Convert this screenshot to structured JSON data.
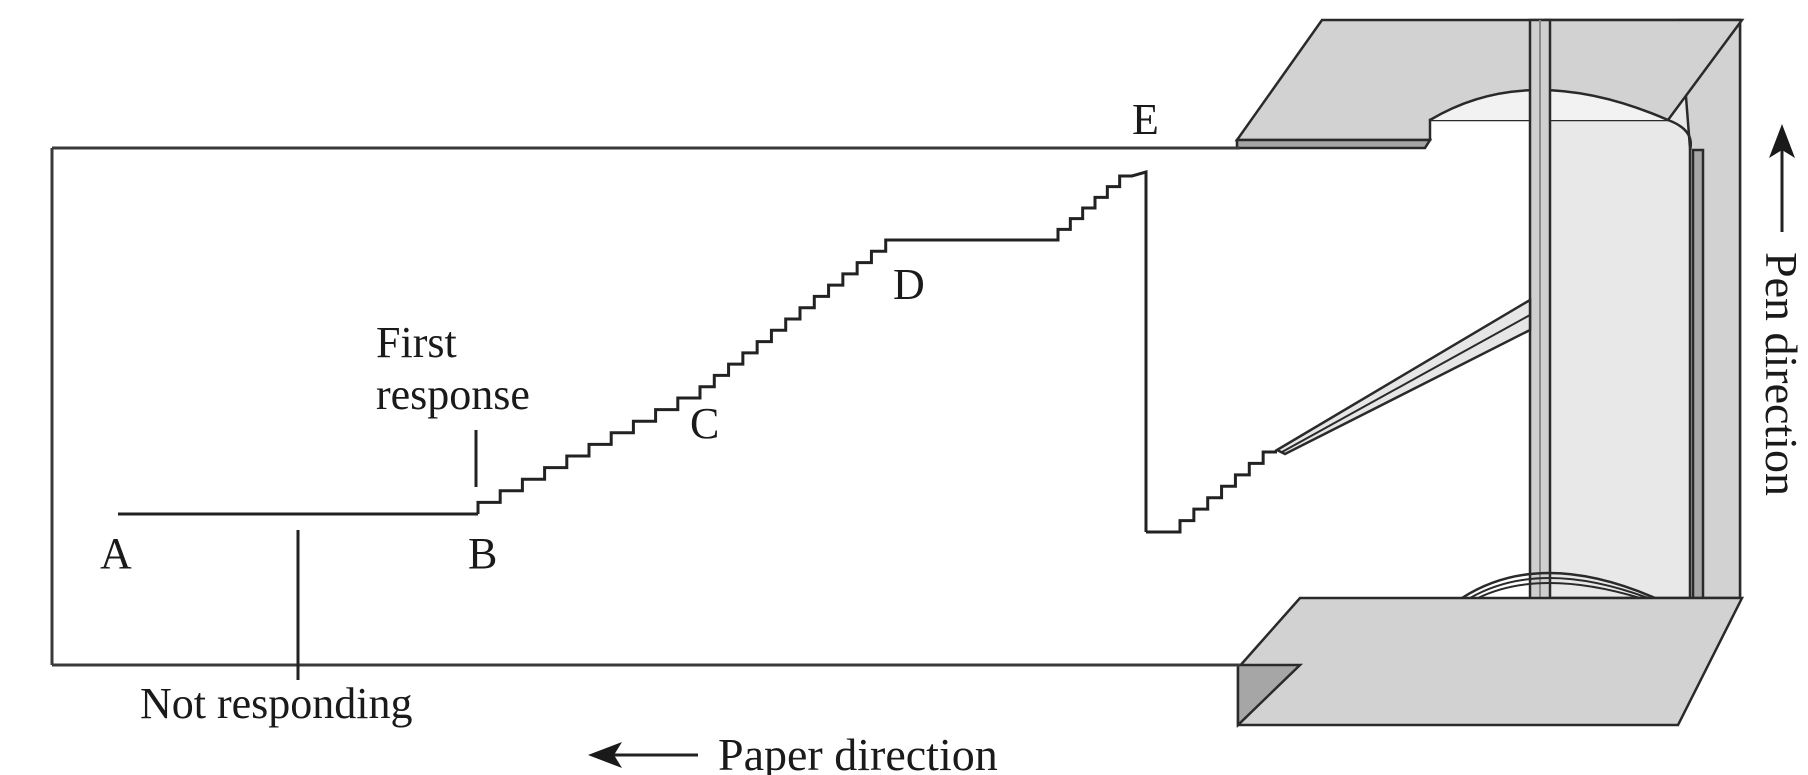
{
  "diagram": {
    "point_labels": {
      "a": "A",
      "b": "B",
      "c": "C",
      "d": "D",
      "e": "E"
    },
    "first_response_line1": "First",
    "first_response_line2": "response",
    "not_responding": "Not responding",
    "paper_direction": "Paper direction",
    "pen_direction": "Pen direction"
  }
}
